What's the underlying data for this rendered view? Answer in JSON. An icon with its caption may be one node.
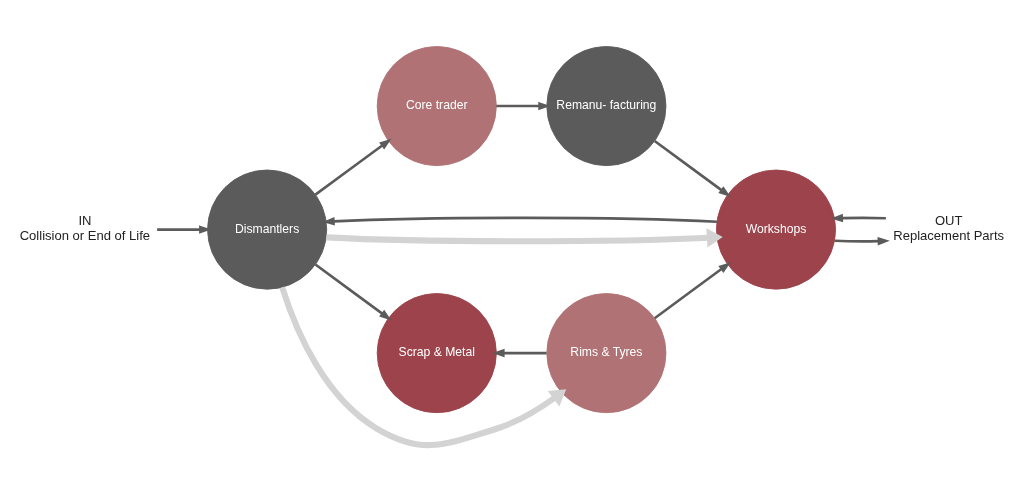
{
  "diagram": {
    "nodes": [
      {
        "text": [
          "IN",
          "Collision or End of Life"
        ]
      },
      {
        "text": [
          "Dismantlers"
        ]
      },
      {
        "text": [
          "Core trader"
        ]
      },
      {
        "text": [
          "Remanu- facturing"
        ]
      },
      {
        "text": [
          "Workshops"
        ]
      },
      {
        "text": [
          "Scrap & Metal"
        ]
      },
      {
        "text": [
          "Rims & Tyres"
        ]
      },
      {
        "text": [
          "OUT",
          "Replacement Parts"
        ]
      }
    ],
    "edges": [
      {
        "from": 0,
        "to": 1,
        "arrow": "to"
      },
      {
        "from": 1,
        "to": 2,
        "arrow": "to"
      },
      {
        "from": 2,
        "to": 3,
        "arrow": "to"
      },
      {
        "from": 3,
        "to": 4,
        "arrow": "to"
      },
      {
        "from": 1,
        "to": 4,
        "arrow": "to",
        "style": "thick",
        "color": "#d3d3d3"
      },
      {
        "from": 4,
        "to": 1,
        "arrow": "to"
      },
      {
        "from": 1,
        "to": 5,
        "arrow": "to"
      },
      {
        "from": 6,
        "to": 5,
        "arrow": "to"
      },
      {
        "from": 6,
        "to": 4,
        "arrow": "to"
      },
      {
        "from": 1,
        "to": 6,
        "arrow": "to",
        "style": "thick",
        "color": "#d3d3d3"
      },
      {
        "from": 4,
        "to": 7,
        "arrow": "to"
      },
      {
        "from": 7,
        "to": 4,
        "arrow": "to"
      }
    ]
  }
}
